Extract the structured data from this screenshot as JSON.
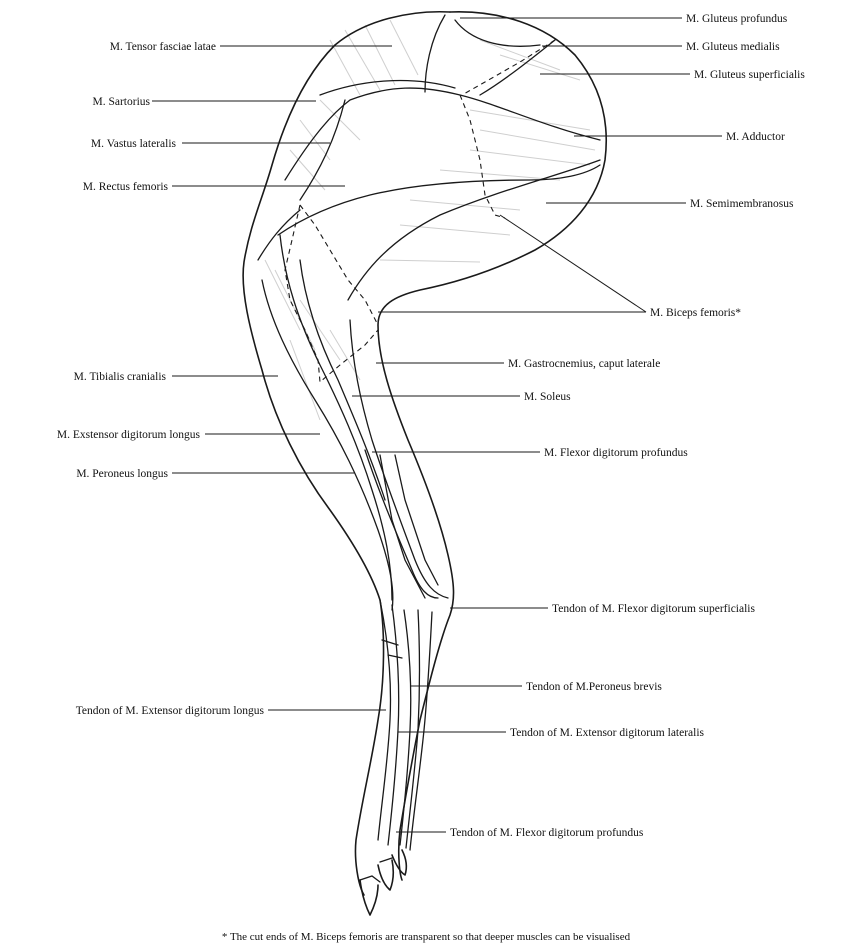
{
  "labels": {
    "gluteus_profundus": "M. Gluteus profundus",
    "gluteus_medialis": "M. Gluteus medialis",
    "gluteus_superficialis": "M. Gluteus superficialis",
    "adductor": "M. Adductor",
    "semimembranosus": "M. Semimembranosus",
    "biceps_femoris": "M. Biceps femoris*",
    "gastrocnemius": "M. Gastrocnemius, caput laterale",
    "soleus": "M. Soleus",
    "flexor_dig_profundus": "M. Flexor digitorum profundus",
    "tendon_flexor_dig_superficialis": "Tendon of M. Flexor digitorum superficialis",
    "tendon_peroneus_brevis": "Tendon of M.Peroneus brevis",
    "tendon_extensor_dig_lateralis": "Tendon of M. Extensor digitorum lateralis",
    "tendon_flexor_dig_profundus": "Tendon of M. Flexor digitorum profundus",
    "tensor_fasciae_latae": "M. Tensor fasciae latae",
    "sartorius": "M. Sartorius",
    "vastus_lateralis": "M. Vastus lateralis",
    "rectus_femoris": "M. Rectus femoris",
    "tibialis_cranialis": "M. Tibialis cranialis",
    "extensor_dig_longus": "M. Exstensor digitorum longus",
    "peroneus_longus": "M. Peroneus longus",
    "tendon_extensor_dig_longus": "Tendon of M. Extensor digitorum longus"
  },
  "footnote": "* The cut ends of M. Biceps femoris are transparent so that deeper muscles can be visualised"
}
